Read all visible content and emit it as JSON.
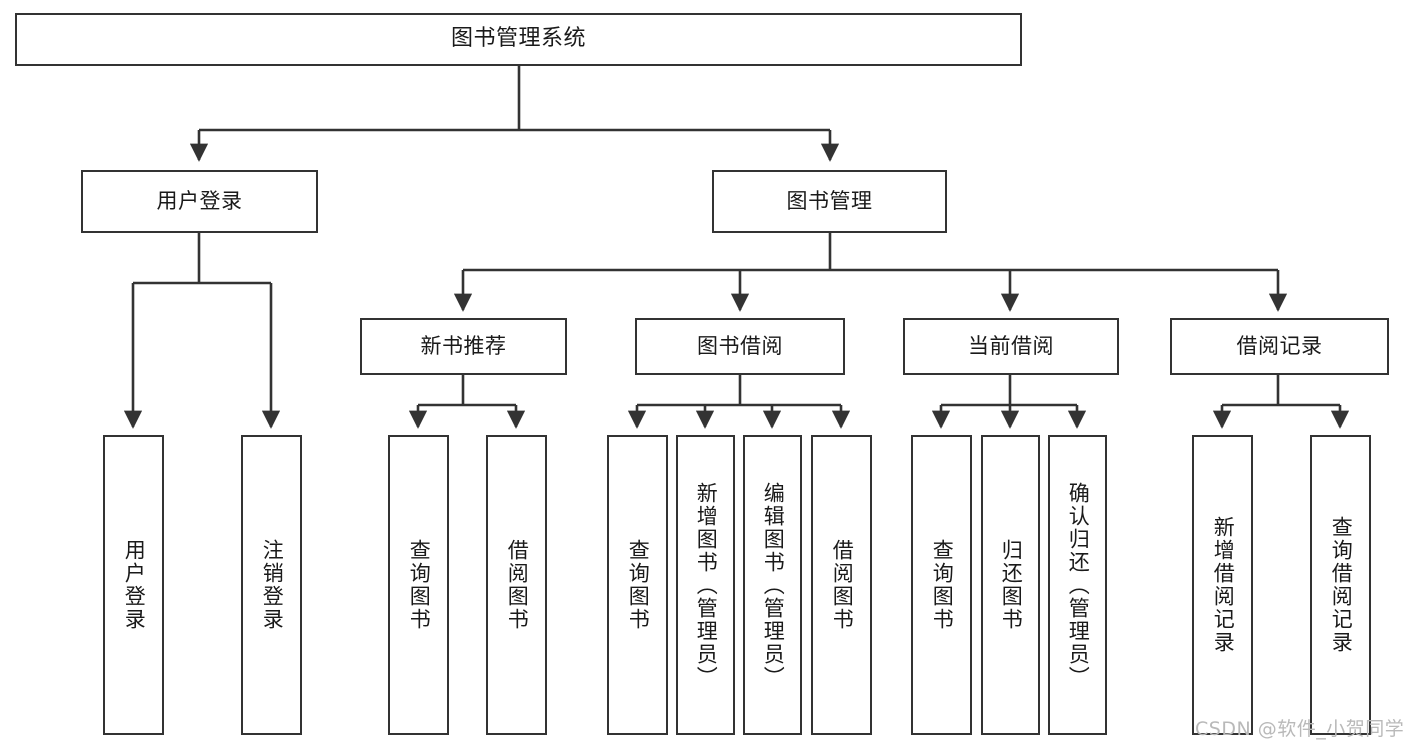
{
  "diagram": {
    "type": "tree",
    "title": "图书管理系统",
    "orientation": "top-down",
    "colors": {
      "background": "#ffffff",
      "box_border": "#333333",
      "box_fill": "#ffffff",
      "connector": "#333333",
      "text": "#1a1a1a",
      "watermark": "#b9b9b9"
    }
  },
  "root": {
    "label": "图书管理系统"
  },
  "level1": [
    {
      "label": "用户登录"
    },
    {
      "label": "图书管理"
    }
  ],
  "level2": [
    {
      "label": "新书推荐"
    },
    {
      "label": "图书借阅"
    },
    {
      "label": "当前借阅"
    },
    {
      "label": "借阅记录"
    }
  ],
  "leaves": {
    "user_login": [
      {
        "label": "用户登录"
      },
      {
        "label": "注销登录"
      }
    ],
    "new_book_recommend": [
      {
        "label": "查询图书"
      },
      {
        "label": "借阅图书"
      }
    ],
    "book_borrow": [
      {
        "label": "查询图书"
      },
      {
        "label": "新增图书（管理员）"
      },
      {
        "label": "编辑图书（管理员）"
      },
      {
        "label": "借阅图书"
      }
    ],
    "current_borrow": [
      {
        "label": "查询图书"
      },
      {
        "label": "归还图书"
      },
      {
        "label": "确认归还（管理员）"
      }
    ],
    "borrow_record": [
      {
        "label": "新增借阅记录"
      },
      {
        "label": "查询借阅记录"
      }
    ]
  },
  "watermark": {
    "text": "CSDN @软件_小贺同学"
  }
}
